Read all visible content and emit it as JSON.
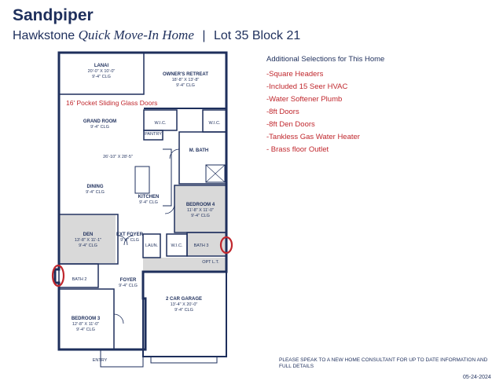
{
  "header": {
    "title": "Sandpiper",
    "model": "Hawkstone",
    "model_type": "Quick Move-In Home",
    "separator": "|",
    "lot": "Lot 35 Block 21"
  },
  "annotation": "16' Pocket Sliding Glass Doors",
  "rooms": {
    "lanai": {
      "name": "LANAI",
      "dims": "20'-0\" X 10'-0\"",
      "clg": "9'-4\" CLG"
    },
    "owners_retreat": {
      "name": "OWNER'S RETREAT",
      "dims": "18'-8\" X 13'-8\"",
      "clg": "9'-4\" CLG"
    },
    "grand_room": {
      "name": "GRAND ROOM",
      "clg": "9'-4\" CLG"
    },
    "grand_dims": "26'-10\" X 28'-5\"",
    "wic1": "W.I.C.",
    "wic2": "W.I.C.",
    "pantry": "PANTRY",
    "m_bath": {
      "name": "M. BATH"
    },
    "dining": {
      "name": "DINING",
      "clg": "9'-4\" CLG"
    },
    "kitchen": {
      "name": "KITCHEN",
      "clg": "9'-4\" CLG"
    },
    "bedroom4": {
      "name": "BEDROOM 4",
      "dims": "11'-8\" X 11'-0\"",
      "clg": "9'-4\" CLG"
    },
    "den": {
      "name": "DEN",
      "dims": "13'-8\" X 11'-1\"",
      "clg": "9'-4\" CLG"
    },
    "ext_foyer": {
      "name": "EXT FOYER",
      "clg": "9'-4\" CLG"
    },
    "laun": "LAUN.",
    "wic3": "W.I.C.",
    "bath3": "BATH 3",
    "opt": "OPT L.T.",
    "bath2": "BATH 2",
    "foyer": {
      "name": "FOYER",
      "clg": "9'-4\" CLG"
    },
    "garage": {
      "name": "2 CAR GARAGE",
      "dims": "13'-4\" X 20'-0\"",
      "clg": "9'-4\" CLG"
    },
    "bedroom3": {
      "name": "BEDROOM 3",
      "dims": "12'-8\" X 11'-0\"",
      "clg": "9'-4\" CLG"
    },
    "entry": "ENTRY"
  },
  "selections": {
    "heading": "Additional Selections for This Home",
    "items": [
      "-Square Headers",
      "-Included 15 Seer HVAC",
      "-Water Softener Plumb",
      "-8ft Doors",
      "-8ft Den Doors",
      "-Tankless Gas Water Heater",
      "- Brass floor Outlet"
    ]
  },
  "disclaimer": "PLEASE SPEAK TO A NEW HOME CONSULTANT FOR UP TO DATE INFORMATION AND FULL DETAILS",
  "date": "05-24-2024",
  "colors": {
    "navy": "#1e2f5c",
    "red": "#c0272d",
    "gray_fill": "#d9d9d9"
  }
}
